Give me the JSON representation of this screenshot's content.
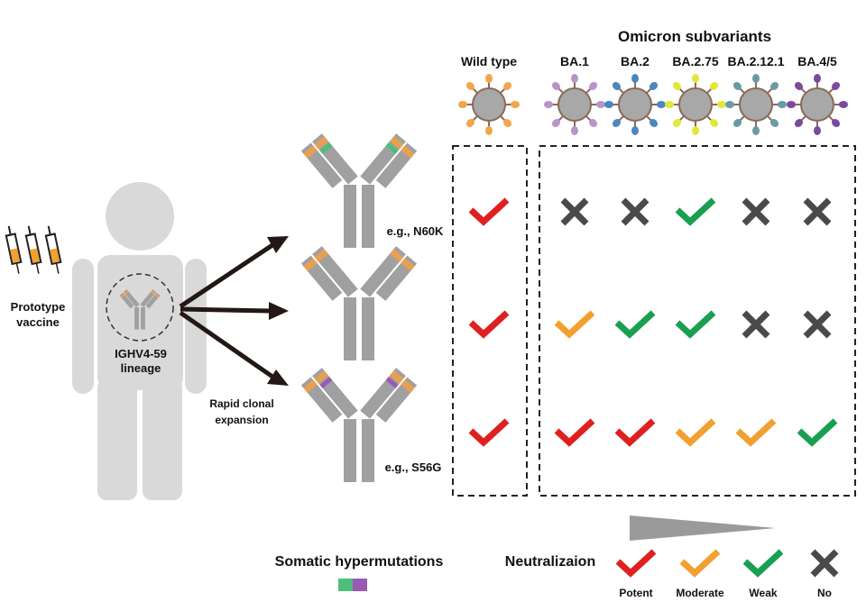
{
  "left_panel": {
    "vaccine_label_line1": "Prototype",
    "vaccine_label_line2": "vaccine",
    "lineage_line1": "IGHV4-59",
    "lineage_line2": "lineage",
    "expansion_line1": "Rapid clonal",
    "expansion_line2": "expansion"
  },
  "antibodies": [
    {
      "mutation_label": "e.g., N60K",
      "mutation_color": "#4cbf7a"
    },
    {
      "mutation_label": "",
      "mutation_color": ""
    },
    {
      "mutation_label": "e.g., S56G",
      "mutation_color": "#9b59b6"
    }
  ],
  "header": {
    "group_title": "Omicron subvariants",
    "wild_type": "Wild type"
  },
  "variants": [
    {
      "name": "BA.1",
      "spike_color": "#b894c8"
    },
    {
      "name": "BA.2",
      "spike_color": "#4a86c0"
    },
    {
      "name": "BA.2.75",
      "spike_color": "#e0e83a"
    },
    {
      "name": "BA.2.12.1",
      "spike_color": "#6a9aa8"
    },
    {
      "name": "BA.4/5",
      "spike_color": "#7a4aa0"
    }
  ],
  "wild_type_spike_color": "#f0a64a",
  "results": [
    [
      "potent",
      "no",
      "no",
      "weak",
      "no",
      "no"
    ],
    [
      "potent",
      "moderate",
      "weak",
      "weak",
      "no",
      "no"
    ],
    [
      "potent",
      "potent",
      "potent",
      "moderate",
      "moderate",
      "weak"
    ]
  ],
  "legend": {
    "shm_label": "Somatic hypermutations",
    "neutralization_label": "Neutralizaion",
    "items": [
      {
        "key": "potent",
        "label": "Potent"
      },
      {
        "key": "moderate",
        "label": "Moderate"
      },
      {
        "key": "weak",
        "label": "Weak"
      },
      {
        "key": "no",
        "label": "No"
      }
    ]
  },
  "colors": {
    "potent": "#e02020",
    "moderate": "#f2a030",
    "weak": "#18a050",
    "no": "#4a4a4a",
    "body": "#d9d9d9",
    "antibody": "#a0a0a0",
    "cdr": "#e8a050",
    "shm_green": "#4cbf7a",
    "shm_purple": "#9b59b6"
  }
}
